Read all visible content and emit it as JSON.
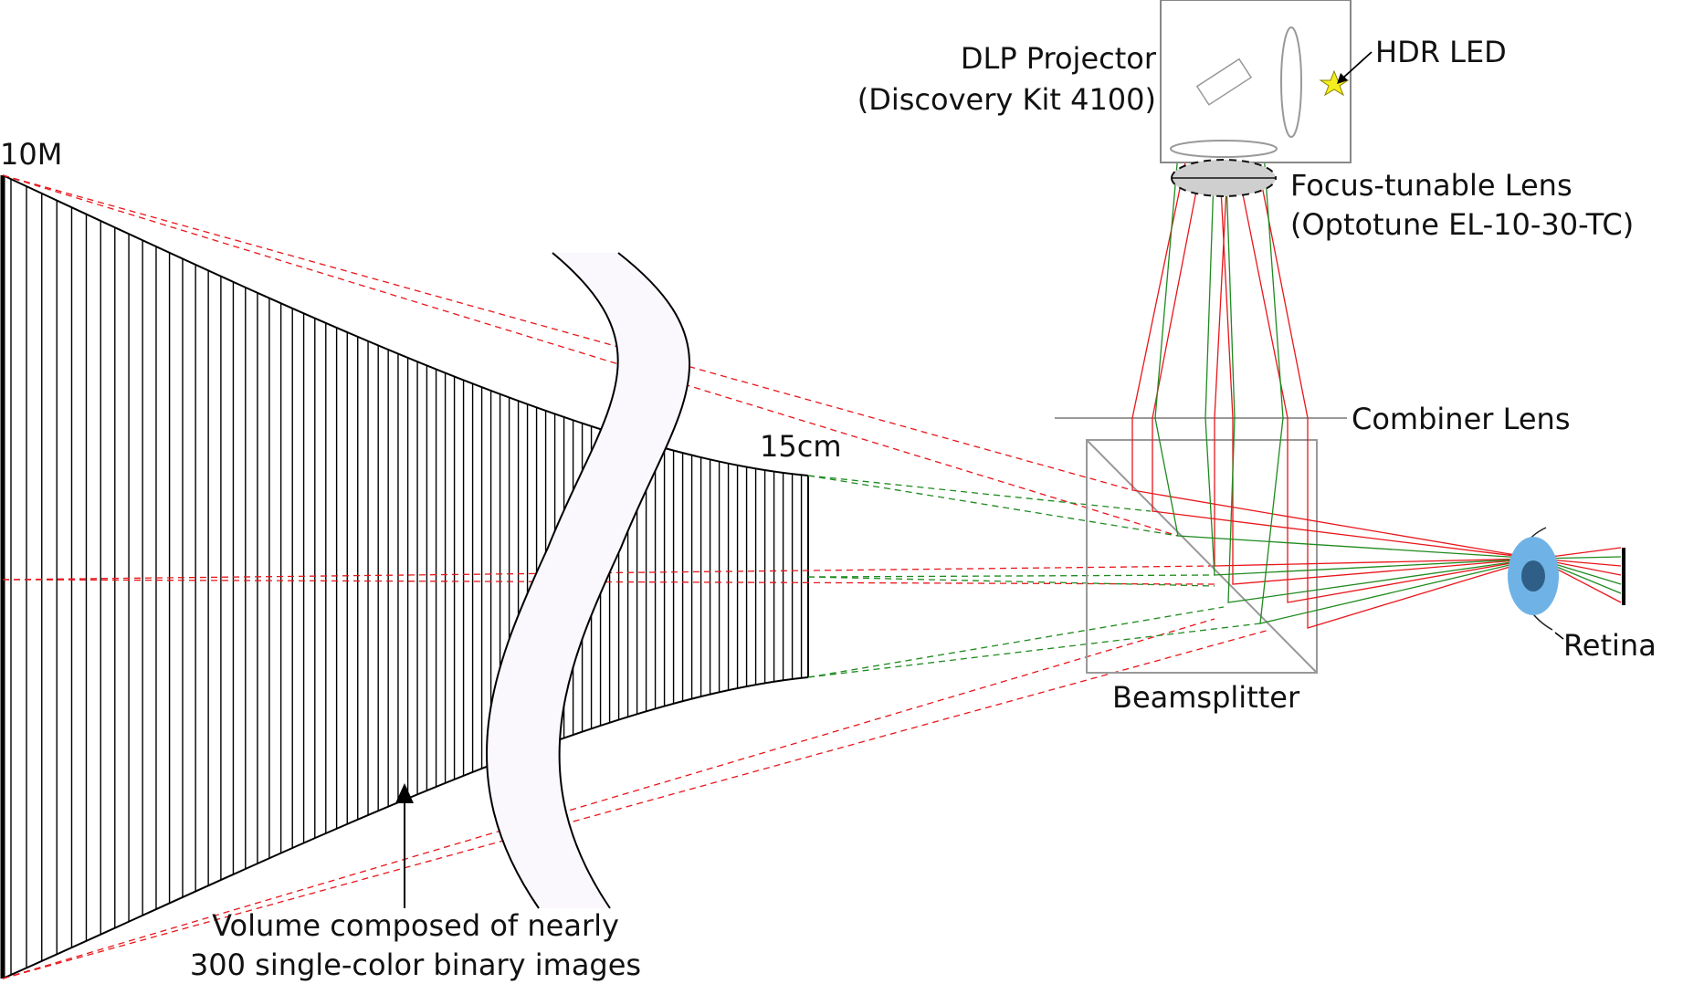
{
  "labels": {
    "far_distance": "10M",
    "near_distance": "15cm",
    "projector_line1": "DLP Projector",
    "projector_line2": "(Discovery Kit 4100)",
    "led": "HDR LED",
    "tunable_lens_line1": "Focus-tunable Lens",
    "tunable_lens_line2": "(Optotune EL-10-30-TC)",
    "combiner": "Combiner Lens",
    "beamsplitter": "Beamsplitter",
    "retina": "Retina",
    "volume_line1": "Volume composed of nearly",
    "volume_line2": "300 single-color binary images"
  },
  "colors": {
    "red_ray": "#e8161b",
    "green_ray": "#1f8a1f",
    "outline": "#000000",
    "optics": "#999999",
    "eye": "#6fb3e6",
    "pupil": "#2f5f86",
    "led_star": "#f5ee1e",
    "gap_band": "#fbf8fd"
  }
}
